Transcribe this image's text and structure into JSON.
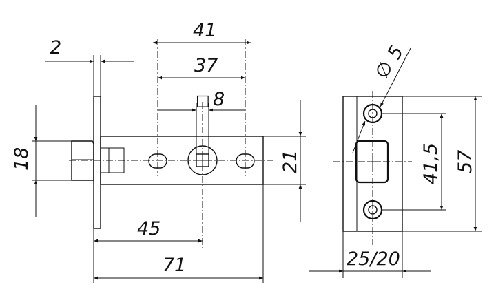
{
  "diagram": {
    "side_view": {
      "dimensions": {
        "faceplate_thickness": "2",
        "hole_distance": "41",
        "hole_distance_inner": "37",
        "spindle_square": "8",
        "latch_height": "18",
        "body_height": "21",
        "backset": "45",
        "total_length": "71"
      },
      "square_symbol": "□"
    },
    "front_view": {
      "dimensions": {
        "hole_diameter": "5",
        "hole_spacing": "41,5",
        "plate_height": "57",
        "plate_width": "25/20"
      },
      "diameter_symbol": "∅"
    }
  }
}
